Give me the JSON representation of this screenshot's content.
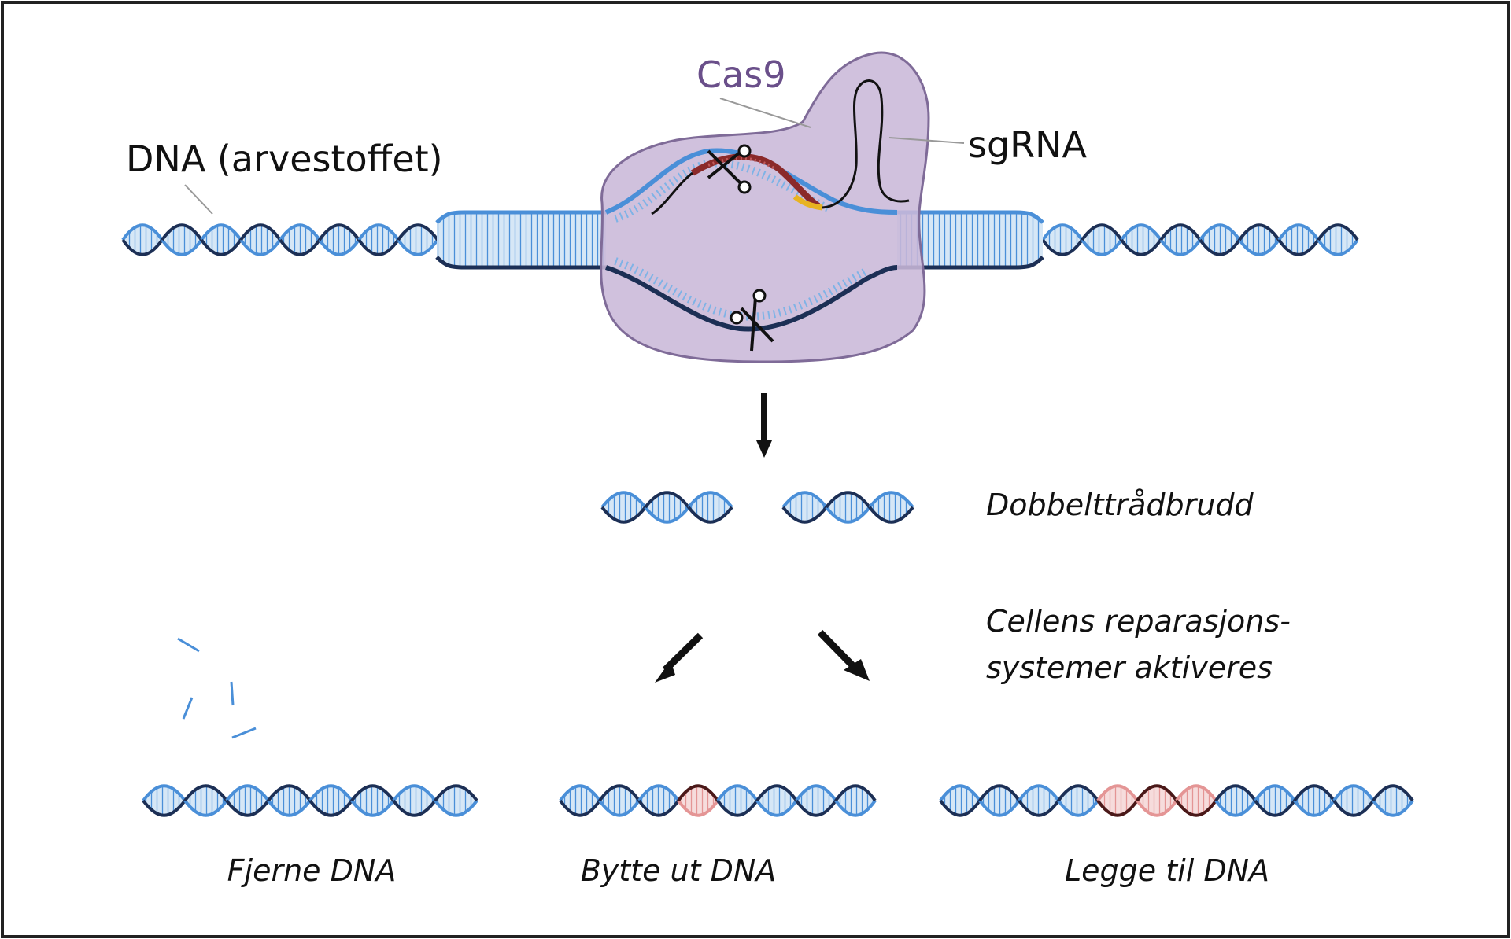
{
  "labels": {
    "dna": "DNA (arvestoffet)",
    "cas9": "Cas9",
    "sgrna": "sgRNA",
    "double_strand_break": "Dobbelttrådbrudd",
    "repair_line1": "Cellens reparasjons-",
    "repair_line2": "systemer aktiveres",
    "remove": "Fjerne DNA",
    "replace": "Bytte ut DNA",
    "add": "Legge til DNA"
  },
  "colors": {
    "strand_dark": "#1c2f55",
    "strand_light": "#4a8fd8",
    "base_fill": "#d6e7f6",
    "cas9_fill": "#c9b8d8",
    "cas9_stroke": "#7f6b98",
    "cas9_text": "#6a4f8a",
    "guide_red": "#8b2a2a",
    "pam_yellow": "#e8b321",
    "new_dna_dark": "#4a1818",
    "new_dna_light": "#e49595",
    "frame": "#222222"
  },
  "icons": [
    "scissors-icon",
    "arrow-down-icon",
    "arrow-left-down-icon",
    "arrow-right-down-icon"
  ]
}
